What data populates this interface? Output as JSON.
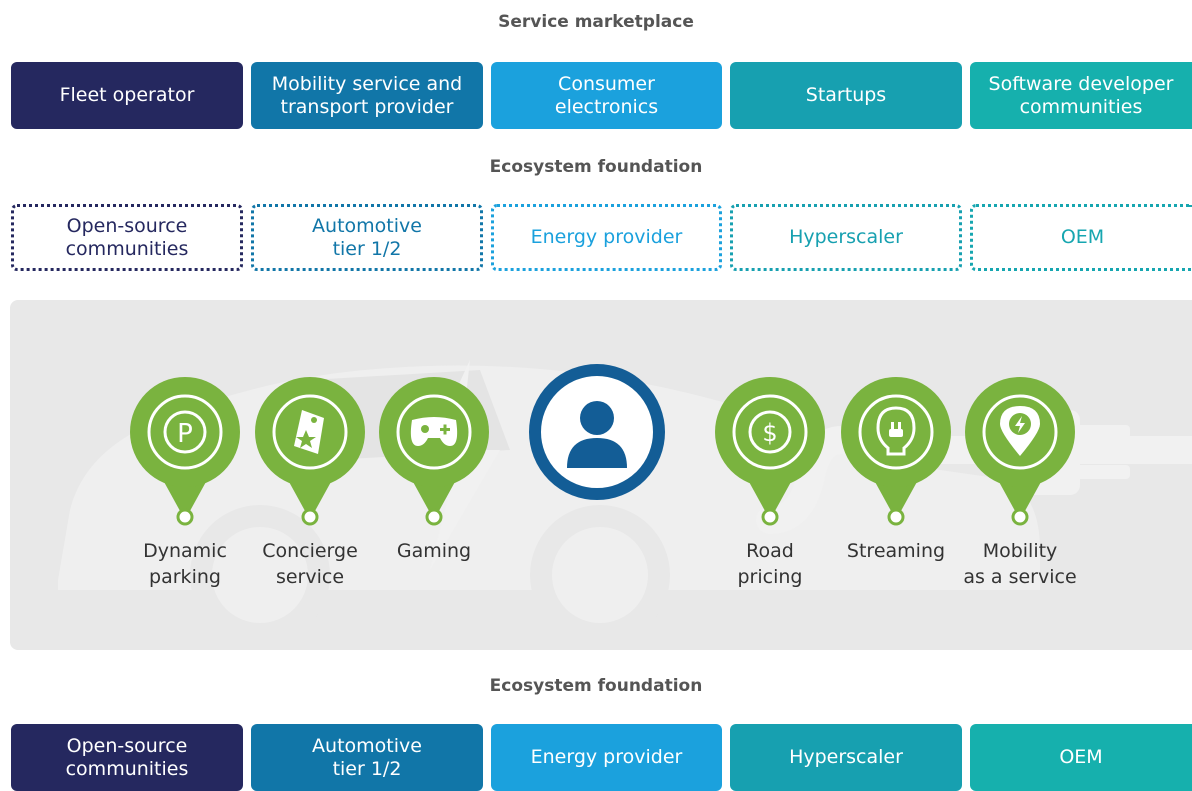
{
  "marketplace": {
    "title": "Service marketplace",
    "items": [
      {
        "label": "Fleet operator",
        "color": "#25285f"
      },
      {
        "label": "Mobility service and\ntransport provider",
        "color": "#1176a8"
      },
      {
        "label": "Consumer\nelectronics",
        "color": "#1ba1dd"
      },
      {
        "label": "Startups",
        "color": "#17a0b0"
      },
      {
        "label": "Software developer\ncommunities",
        "color": "#16b0ad"
      }
    ]
  },
  "foundation_top": {
    "title": "Ecosystem foundation",
    "items": [
      {
        "label": "Open-source\ncommunities"
      },
      {
        "label": "Automotive\ntier 1/2"
      },
      {
        "label": "Energy provider"
      },
      {
        "label": "Hyperscaler"
      },
      {
        "label": "OEM"
      }
    ]
  },
  "hub": {
    "user_icon": "user-icon",
    "ring_color": "#135d96",
    "pin_color": "#7ab33f",
    "services": [
      {
        "label": "Dynamic\nparking",
        "icon": "parking-icon"
      },
      {
        "label": "Concierge\nservice",
        "icon": "price-tag-star-icon"
      },
      {
        "label": "Gaming",
        "icon": "gamepad-icon"
      },
      {
        "label": "Road\npricing",
        "icon": "dollar-icon"
      },
      {
        "label": "Streaming",
        "icon": "plug-bulb-icon"
      },
      {
        "label": "Mobility\nas a service",
        "icon": "location-bolt-icon"
      }
    ]
  },
  "foundation_bottom": {
    "title": "Ecosystem foundation",
    "items": [
      {
        "label": "Open-source\ncommunities",
        "color": "#25285f"
      },
      {
        "label": "Automotive\ntier 1/2",
        "color": "#1176a8"
      },
      {
        "label": "Energy provider",
        "color": "#1ba1dd"
      },
      {
        "label": "Hyperscaler",
        "color": "#17a0b0"
      },
      {
        "label": "OEM",
        "color": "#16b0ad"
      }
    ]
  }
}
